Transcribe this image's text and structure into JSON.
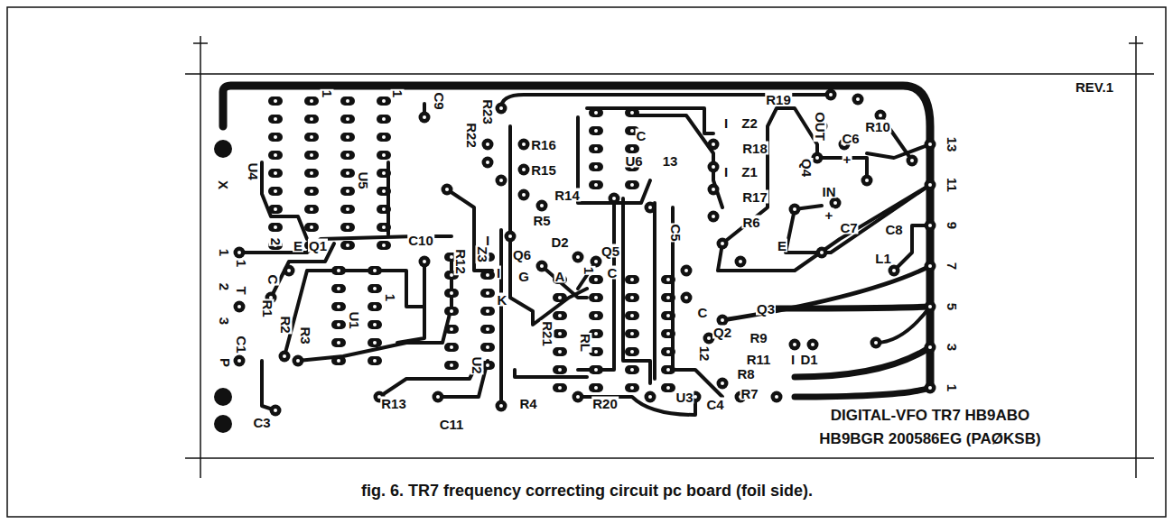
{
  "diagram": {
    "caption": "fig. 6. TR7 frequency correcting circuit pc board (foil side).",
    "labels": [
      "REV.1",
      "X",
      "U4",
      "1",
      "U5",
      "1",
      "C9",
      "R22",
      "R23",
      "Z3",
      "R16",
      "R15",
      "R14",
      "R5",
      "Q6",
      "I",
      "G",
      "K",
      "D2",
      "A",
      "Q5",
      "C",
      "U6",
      "R19",
      "I",
      "Z2",
      "R18",
      "I",
      "Z1",
      "R17",
      "R6",
      "C",
      "13",
      "C5",
      "OUT",
      "Q4",
      "C6",
      "+",
      "IN",
      "+",
      "C7",
      "C8",
      "E",
      "L1",
      "R10",
      "13",
      "11",
      "9",
      "7",
      "5",
      "3",
      "1",
      "1",
      "2",
      "3",
      "P",
      "C1",
      "T",
      "1",
      "2",
      "E",
      "Q1",
      "C",
      "R1",
      "R2",
      "R3",
      "U1",
      "1",
      "C10",
      "R12",
      "U2",
      "C3",
      "R13",
      "C11",
      "R4",
      "R20",
      "R21",
      "RL",
      "1",
      "I",
      "U3",
      "C4",
      "R8",
      "R7",
      "R9",
      "R11",
      "I",
      "D1",
      "C",
      "Q2",
      "Q3",
      "12",
      "DIGITAL-VFO TR7 HB9ABO",
      "HB9BGR 200586EG (PAØKSB)"
    ]
  }
}
